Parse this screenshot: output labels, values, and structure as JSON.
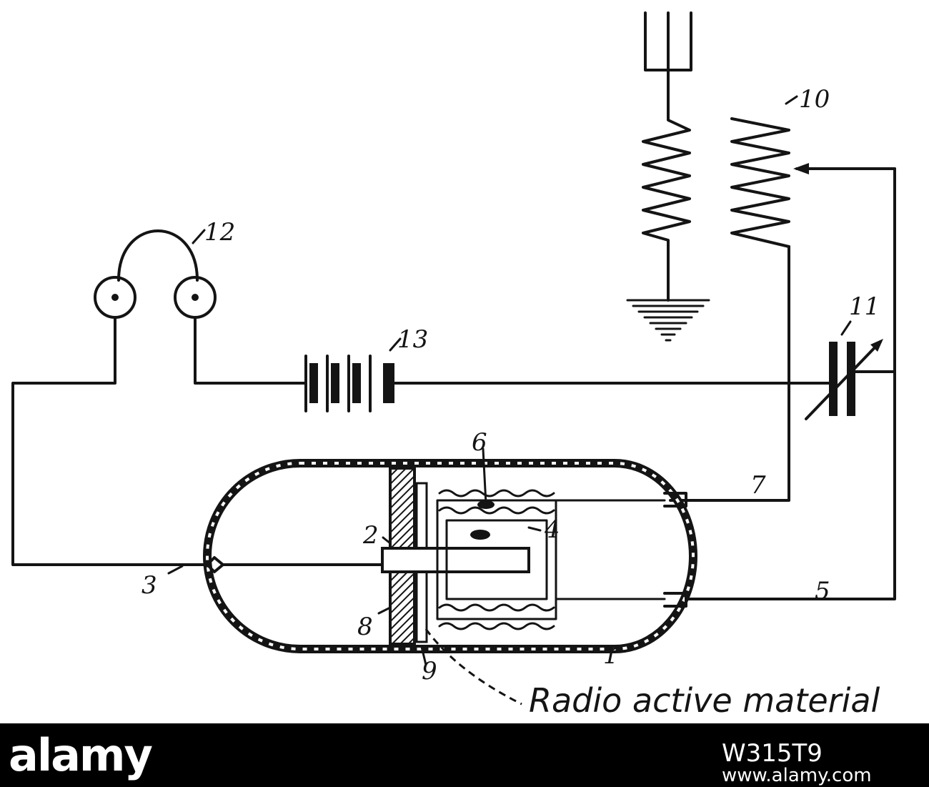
{
  "diagram": {
    "labels": {
      "l1": "1",
      "l2": "2",
      "l3": "3",
      "l4": "4",
      "l5": "5",
      "l6": "6",
      "l7": "7",
      "l8": "8",
      "l9": "9",
      "l10": "10",
      "l11": "11",
      "l12": "12",
      "l13": "13"
    },
    "caption": "Radio active material"
  },
  "footer": {
    "brand": "alamy",
    "image_id": "W315T9",
    "url": "www.alamy.com"
  }
}
